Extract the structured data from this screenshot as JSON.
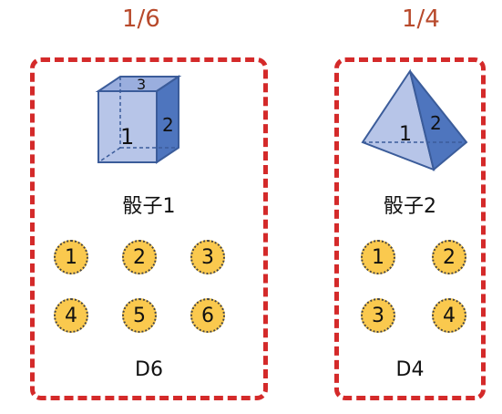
{
  "dice": [
    {
      "probability": "1/6",
      "label": "骰子1",
      "type": "D6",
      "shape": "cube-icon",
      "face_labels": [
        "1",
        "2",
        "3"
      ],
      "faces": [
        "1",
        "2",
        "3",
        "4",
        "5",
        "6"
      ]
    },
    {
      "probability": "1/4",
      "label": "骰子2",
      "type": "D4",
      "shape": "tetrahedron-icon",
      "face_labels": [
        "1",
        "2"
      ],
      "faces": [
        "1",
        "2",
        "3",
        "4"
      ]
    }
  ],
  "colors": {
    "probability_text": "#b84a2c",
    "panel_border": "#d42a2a",
    "token_fill": "#fac94e"
  }
}
